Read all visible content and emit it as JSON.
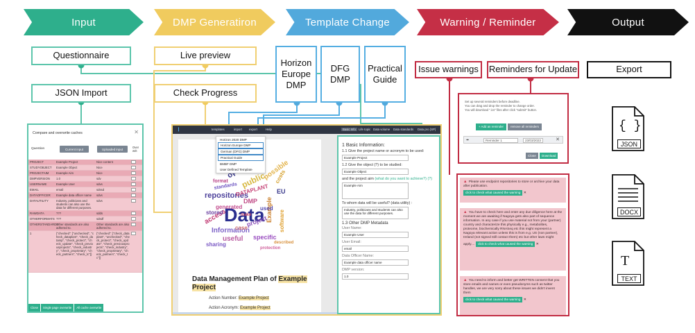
{
  "stages": {
    "input": "Input",
    "dmp": "DMP Generatiron",
    "template": "Template Change",
    "warning": "Warning / Reminder",
    "output": "Output"
  },
  "input": {
    "questionnaire": "Questionnaire",
    "json_import": "JSON Import"
  },
  "dmp": {
    "live_preview": "Live preview",
    "check_progress": "Check Progress"
  },
  "templates": {
    "horizon": "Horizon Europe DMP",
    "dfg": "DFG DMP",
    "practical": "Practical Guide"
  },
  "warning_boxes": {
    "issue": "Issue warnings",
    "reminders": "Reminders for Update"
  },
  "output": {
    "export": "Export",
    "json": "JSON",
    "docx": "DOCX",
    "text": "TEXT"
  },
  "questionnaire_panel": {
    "title": "Compare and overwrite caches",
    "col_question": "Question",
    "btn_current": "Current input",
    "btn_uploaded": "Uploaded input",
    "col_over": "Over writ",
    "rows": [
      [
        "PROJECT",
        "Example Project",
        "Nice content"
      ],
      [
        "STUDYOBJECT",
        "Example Object",
        "Nice"
      ],
      [
        "PROJECTAIM",
        "Example Aim",
        "Nice"
      ],
      [
        "DMPVERSION",
        "1.0",
        "sdv"
      ],
      [
        "USERNAME",
        "Example User",
        "sdvs"
      ],
      [
        "EMAIL",
        "email",
        "sdssd"
      ],
      [
        "DATAOFFICER",
        "Example data officer name",
        "sdvs"
      ],
      [
        "DATAUTILITY",
        "Industry, politicians and students can also use the data for different purposes.",
        "sdvs"
      ],
      [
        "RAWDATA",
        "???",
        "sdds"
      ],
      [
        "OTHERFORMATS",
        "???",
        "sdsdf"
      ],
      [
        "OTHERSTANDARDS",
        "Other standards are also adhered to.",
        "Other standards are also adhered to."
      ],
      [
        "1",
        "{\"checked\": [\"unchecked\", \"check_dataplant\", \"check_datamp\", \"check_protect\", \"check_update\", \"check_previousprojects\", \"check_industry\", \"check_proprietary\", \"check_partners\", \"check_tc\"]}",
        "{\"checked\": [\"check_dataplant\", \"unchecked\", \"check_protect\", \"check_update\", \"check_previousprojects\", \"check_industry\", \"check_proprietary\", \"check_partners\", \"check_tc\"]}"
      ]
    ],
    "footer": [
      "Close",
      "Single page overwrite",
      "All cache overwrite"
    ]
  },
  "preview": {
    "nav": [
      "templates",
      "import",
      "export",
      "Help"
    ],
    "nav_right": [
      "Basic Info",
      "Life topic",
      "Data volume",
      "Data standards",
      "Data pro (SP)"
    ],
    "dropdown": [
      "Horizon 2020 DMP",
      "Horizon Europe DMP",
      "German (DFG) DMP",
      "Practical Guide",
      "BMBF DMP",
      "User Defined Template"
    ],
    "doc_title_a": "Data Management Plan of ",
    "doc_title_b": "Example Project",
    "action_number": "Action Number:",
    "action_number_value": "Example Project",
    "action_acronym": "Action Acronym:",
    "action_acronym_value": "Example Project",
    "wordcloud": [
      "Data",
      "repositories",
      "Information",
      "Example",
      "public",
      "DMP",
      "access",
      "project",
      "useful",
      "sharing",
      "open",
      "case",
      "EU",
      "stored",
      "specific",
      "generated",
      "software",
      "possible",
      "costs",
      "make",
      "DATAPLANT",
      "standards",
      "format",
      "used",
      "protection",
      "described"
    ],
    "form": {
      "h1": "1 Basic Information:",
      "q1": "1.1 Give the project name or acronym to be used:",
      "a1": "Example Project",
      "q2": "1.2 Give the object (?) to be studied:",
      "a2": "Example Object",
      "q3a": "and the project aim ",
      "q3b": "(what do you want to achieve?) (?)",
      "a3": "Example Aim",
      "q4": "To whom data will be useful? (data utility) :",
      "a4": "Industry, politicians and students can also use the data for different purposes.",
      "h2": "1.3 Other DMP Metadata",
      "l_user": "User Name:",
      "v_user": "Example User",
      "l_email": "User Email:",
      "v_email": "email",
      "l_officer": "Data Officer Name:",
      "v_officer": "Example data officer name",
      "l_version": "DMP version:",
      "v_version": "1.0"
    }
  },
  "reminder": {
    "line1": "Set up several reminders before deadline.",
    "line2": "You can drag and drop the reminder to change order.",
    "line3": "You will download \".ics\" files after click \"submit\" button.",
    "btn_add": "+ Add an reminder",
    "btn_remove": "remove all reminders",
    "item": "Reminder 1",
    "date": "23/03/2023",
    "btn_close": "Close",
    "btn_download": "Download"
  },
  "warnings": [
    {
      "text": "Please use endpoint repositories to store or archive your data after publication.",
      "btn": "click to check what caused the warning"
    },
    {
      "text": "You have to check here and enter any due diligence here at the moment we are awaiting if Nagoya gets also part of sequence information. In any case if you use material not from your (partner) country and characterize this physically e.g., metabolites, proteome, biochemically RNASeq etc this might represent a Nagoya relevant action unless this is from e.g. US (non partner), Ireland (not signed still contact them) etc but other laws might apply....",
      "btn": "click to check what caused the warning"
    },
    {
      "text": "You need to inform and better get WRITTEN consent that you store emails and names or even pseudonyms such as twitter handles, we are very sorry about these issues we didn't invent them",
      "btn": "click to check what caused the warning"
    }
  ],
  "colors": {
    "input": "#2eaf8c",
    "dmp": "#f0cb5e",
    "template": "#52a9dc",
    "warning": "#c52f46",
    "output": "#111111"
  }
}
